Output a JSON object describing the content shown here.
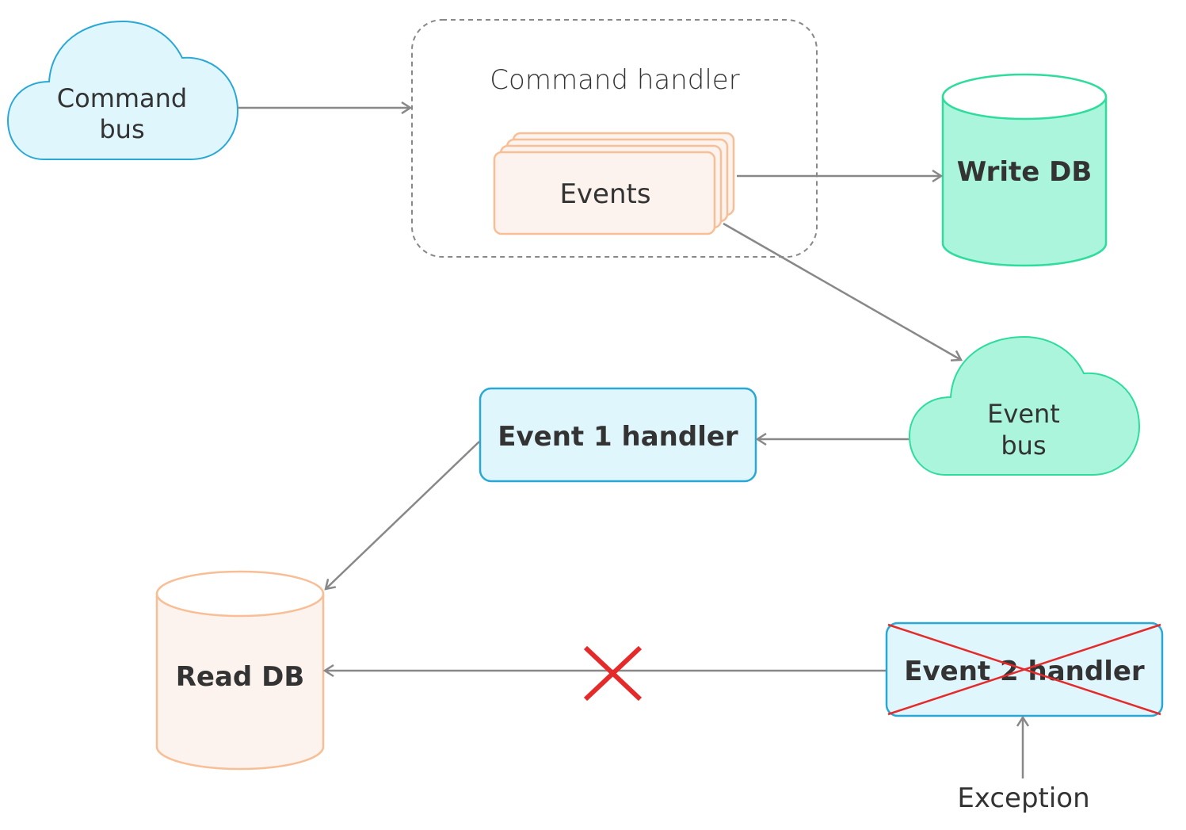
{
  "nodes": {
    "command_bus": {
      "line1": "Command",
      "line2": "bus"
    },
    "command_handler": {
      "label": "Command handler"
    },
    "events": {
      "label": "Events"
    },
    "write_db": {
      "label": "Write DB"
    },
    "event_bus": {
      "line1": "Event",
      "line2": "bus"
    },
    "event1_handler": {
      "label": "Event 1 handler"
    },
    "read_db": {
      "label": "Read DB"
    },
    "event2_handler": {
      "label": "Event 2 handler"
    },
    "exception": {
      "label": "Exception"
    }
  },
  "colors": {
    "blue_stroke": "#29a8d6",
    "blue_fill": "#dff6fd",
    "green_stroke": "#2edc9c",
    "green_fill": "#aaf5dc",
    "orange_stroke": "#f8be95",
    "orange_fill": "#fdf3ee",
    "arrow": "#888888",
    "failure_cross": "#e52a2a",
    "dashed_border": "#888888"
  },
  "edges": [
    {
      "from": "Command bus",
      "to": "Command handler"
    },
    {
      "from": "Events",
      "to": "Write DB"
    },
    {
      "from": "Events",
      "to": "Event bus"
    },
    {
      "from": "Event bus",
      "to": "Event 1 handler"
    },
    {
      "from": "Event 1 handler",
      "to": "Read DB"
    },
    {
      "from": "Event 2 handler",
      "to": "Read DB",
      "failed": true
    },
    {
      "from": "Exception",
      "to": "Event 2 handler"
    }
  ]
}
